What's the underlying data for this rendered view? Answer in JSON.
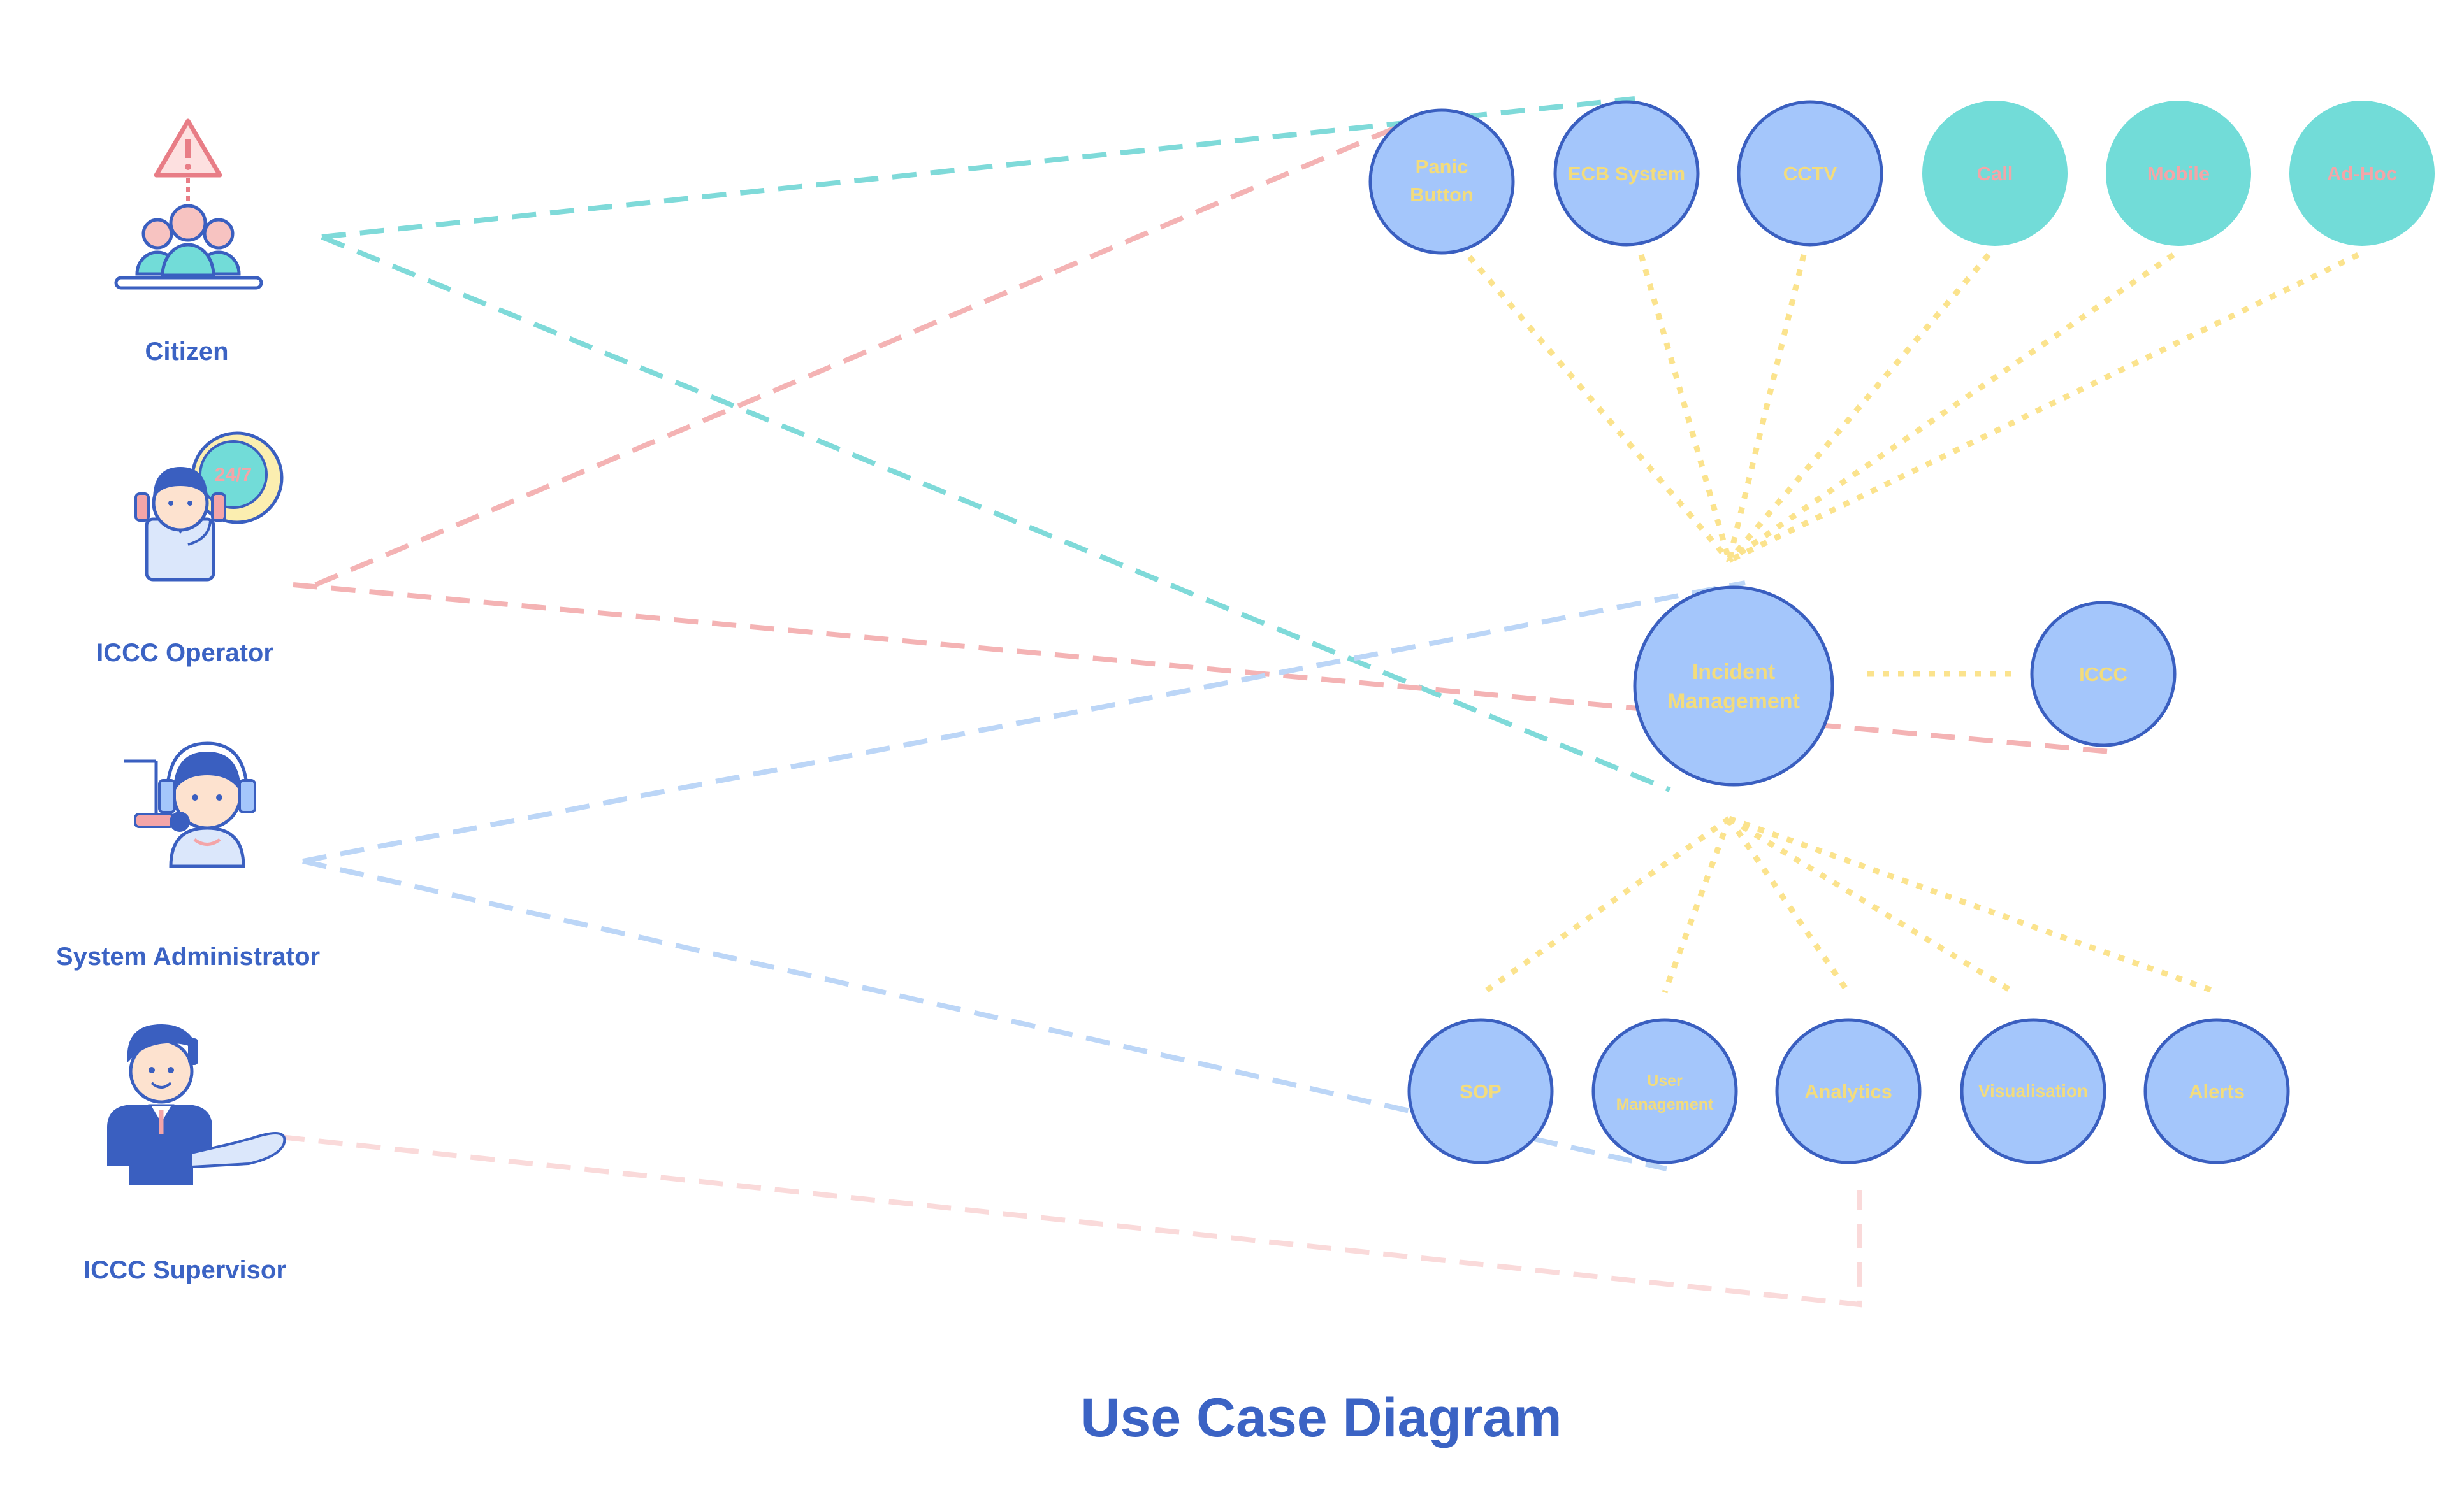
{
  "title": "Use Case Diagram",
  "actors": {
    "citizen": "Citizen",
    "operator": "ICCC Operator",
    "admin": "System Administrator",
    "supervisor": "ICCC Supervisor"
  },
  "use_cases": {
    "panic_button_line1": "Panic",
    "panic_button_line2": "Button",
    "ecb_system": "ECB System",
    "cctv": "CCTV",
    "call": "Call",
    "mobile": "Mobile",
    "ad_hoc": "Ad-Hoc",
    "incident_line1": "Incident",
    "incident_line2": "Management",
    "iccc": "ICCC",
    "sop": "SOP",
    "user_mgmt_line1": "User",
    "user_mgmt_line2": "Management",
    "analytics": "Analytics",
    "visualisation": "Visualisation",
    "alerts": "Alerts"
  },
  "icon_badge": "24/7",
  "colors": {
    "node_blue": "#a4c6fb",
    "node_stroke": "#3a5fc0",
    "node_teal": "#72dcd8",
    "label_yellow": "#f3dc7c",
    "label_pink": "#f4a5a8",
    "line_teal": "#7fdad9",
    "line_pink": "#f4b3b4",
    "line_blue": "#bcd6f7",
    "line_yellow": "#fbe38d",
    "heading": "#3b63c4"
  }
}
